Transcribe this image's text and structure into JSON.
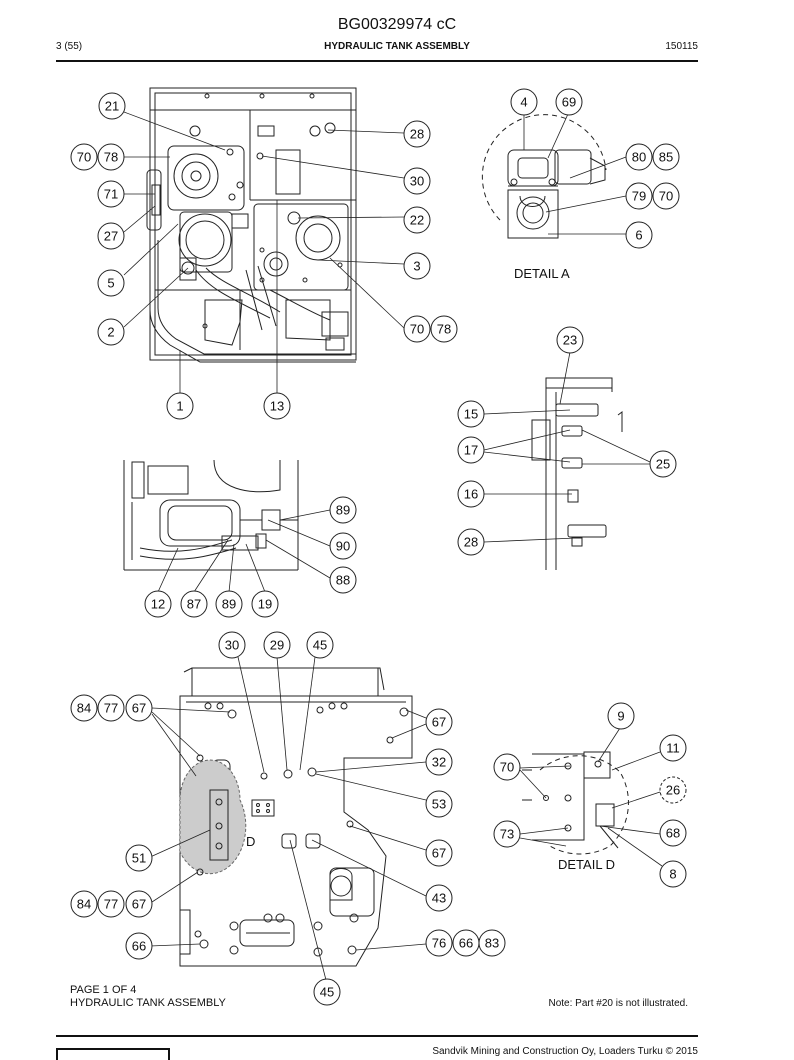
{
  "header": {
    "doc_code": "BG00329974 cC",
    "page_ref": "3 (55)",
    "title": "HYDRAULIC TANK ASSEMBLY",
    "date_code": "150115"
  },
  "detail_labels": {
    "a": "DETAIL A",
    "d": "DETAIL D",
    "view_marker": "D"
  },
  "callouts": [
    {
      "id": "c-21",
      "label": "21"
    },
    {
      "id": "c-70a",
      "label": "70"
    },
    {
      "id": "c-78a",
      "label": "78"
    },
    {
      "id": "c-71",
      "label": "71"
    },
    {
      "id": "c-27",
      "label": "27"
    },
    {
      "id": "c-5",
      "label": "5"
    },
    {
      "id": "c-2",
      "label": "2"
    },
    {
      "id": "c-28a",
      "label": "28"
    },
    {
      "id": "c-30a",
      "label": "30"
    },
    {
      "id": "c-22",
      "label": "22"
    },
    {
      "id": "c-3",
      "label": "3"
    },
    {
      "id": "c-70b",
      "label": "70"
    },
    {
      "id": "c-78b",
      "label": "78"
    },
    {
      "id": "c-1",
      "label": "1"
    },
    {
      "id": "c-13",
      "label": "13"
    },
    {
      "id": "c-4",
      "label": "4"
    },
    {
      "id": "c-69",
      "label": "69"
    },
    {
      "id": "c-80",
      "label": "80"
    },
    {
      "id": "c-85",
      "label": "85"
    },
    {
      "id": "c-79",
      "label": "79"
    },
    {
      "id": "c-70c",
      "label": "70"
    },
    {
      "id": "c-6",
      "label": "6"
    },
    {
      "id": "c-23",
      "label": "23"
    },
    {
      "id": "c-15",
      "label": "15"
    },
    {
      "id": "c-17",
      "label": "17"
    },
    {
      "id": "c-25",
      "label": "25"
    },
    {
      "id": "c-16",
      "label": "16"
    },
    {
      "id": "c-28b",
      "label": "28"
    },
    {
      "id": "c-89a",
      "label": "89"
    },
    {
      "id": "c-90",
      "label": "90"
    },
    {
      "id": "c-88",
      "label": "88"
    },
    {
      "id": "c-12",
      "label": "12"
    },
    {
      "id": "c-87",
      "label": "87"
    },
    {
      "id": "c-89b",
      "label": "89"
    },
    {
      "id": "c-19",
      "label": "19"
    },
    {
      "id": "c-30b",
      "label": "30"
    },
    {
      "id": "c-29",
      "label": "29"
    },
    {
      "id": "c-45a",
      "label": "45"
    },
    {
      "id": "c-84a",
      "label": "84"
    },
    {
      "id": "c-77a",
      "label": "77"
    },
    {
      "id": "c-67a",
      "label": "67"
    },
    {
      "id": "c-67b",
      "label": "67"
    },
    {
      "id": "c-32",
      "label": "32"
    },
    {
      "id": "c-53",
      "label": "53"
    },
    {
      "id": "c-67c",
      "label": "67"
    },
    {
      "id": "c-51",
      "label": "51"
    },
    {
      "id": "c-84b",
      "label": "84"
    },
    {
      "id": "c-77b",
      "label": "77"
    },
    {
      "id": "c-67d",
      "label": "67"
    },
    {
      "id": "c-43",
      "label": "43"
    },
    {
      "id": "c-66a",
      "label": "66"
    },
    {
      "id": "c-76",
      "label": "76"
    },
    {
      "id": "c-66b",
      "label": "66"
    },
    {
      "id": "c-83",
      "label": "83"
    },
    {
      "id": "c-45b",
      "label": "45"
    },
    {
      "id": "c-9",
      "label": "9"
    },
    {
      "id": "c-11",
      "label": "11"
    },
    {
      "id": "c-70d",
      "label": "70"
    },
    {
      "id": "c-26",
      "label": "26"
    },
    {
      "id": "c-73",
      "label": "73"
    },
    {
      "id": "c-68",
      "label": "68"
    },
    {
      "id": "c-8",
      "label": "8"
    }
  ],
  "footer": {
    "page_of": "PAGE 1 OF 4",
    "assembly_name": "HYDRAULIC TANK ASSEMBLY",
    "note": "Note: Part #20 is not illustrated.",
    "copyright": "Sandvik Mining and Construction Oy, Loaders Turku © 2015"
  }
}
